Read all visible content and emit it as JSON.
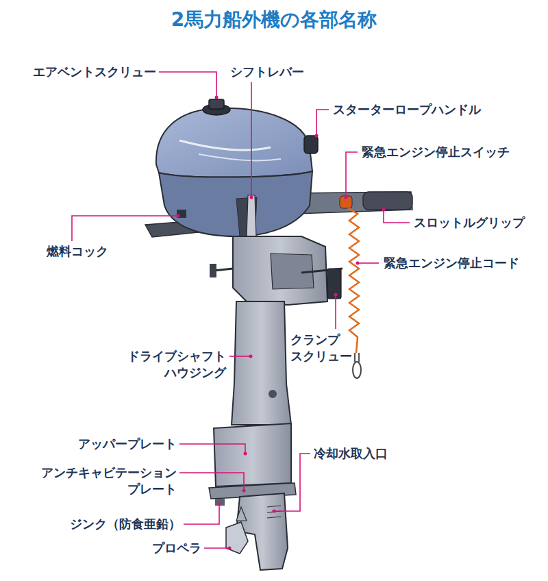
{
  "diagram": {
    "title": "2馬力船外機の各部名称",
    "labels": [
      "エアベントスクリュー",
      "シフトレバー",
      "スターターロープハンドル",
      "緊急エンジン停止スイッチ",
      "スロットルグリップ",
      "燃料コック",
      "緊急エンジン停止コード",
      "クランプ スクリュー",
      "ドライブシャフト ハウジング",
      "アッパープレート",
      "アンチキャビテーション プレート",
      "冷却水取入口",
      "ジンク（防食亜鉛）",
      "プロペラ"
    ]
  }
}
